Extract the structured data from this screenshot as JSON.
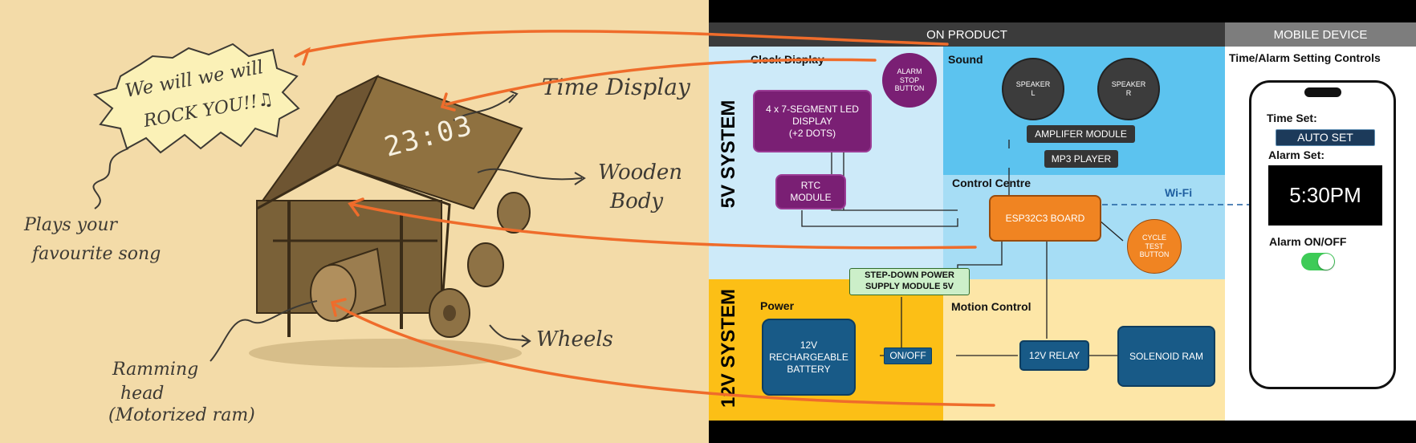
{
  "sketch": {
    "speech": [
      "We will we will",
      "ROCK YOU!!♫"
    ],
    "plays_song": [
      "Plays your",
      "favourite song"
    ],
    "time_display": "Time Display",
    "wooden_body": [
      "Wooden",
      "Body"
    ],
    "wheels": "Wheels",
    "ramming_head": [
      "Ramming",
      "head",
      "(Motorized ram)"
    ],
    "seg_display": "23:03"
  },
  "diagram": {
    "header_product": "ON PRODUCT",
    "header_mobile": "MOBILE DEVICE",
    "system_5v": "5V SYSTEM",
    "system_12v": "12V SYSTEM",
    "zones": {
      "clock": "Clock Display",
      "sound": "Sound",
      "control": "Control Centre",
      "power": "Power",
      "motion": "Motion Control",
      "mobile": "Time/Alarm Setting Controls"
    },
    "components": {
      "led": [
        "4 x 7-SEGMENT LED",
        "DISPLAY",
        "(+2 DOTS)"
      ],
      "rtc": [
        "RTC",
        "MODULE"
      ],
      "alarm_stop": [
        "ALARM",
        "STOP",
        "BUTTON"
      ],
      "speaker_l": [
        "SPEAKER",
        "L"
      ],
      "speaker_r": [
        "SPEAKER",
        "R"
      ],
      "amplifier": "AMPLIFER MODULE",
      "mp3": "MP3 PLAYER",
      "esp32": "ESP32C3 BOARD",
      "cycle": [
        "CYCLE",
        "TEST",
        "BUTTON"
      ],
      "wifi": "Wi-Fi",
      "stepdown": [
        "STEP-DOWN POWER",
        "SUPPLY MODULE 5V"
      ],
      "battery": [
        "12V",
        "RECHARGEABLE",
        "BATTERY"
      ],
      "onoff": "ON/OFF",
      "relay": "12V RELAY",
      "solenoid": "SOLENOID RAM"
    },
    "phone": {
      "time_set": "Time Set:",
      "auto_set": "AUTO SET",
      "alarm_set": "Alarm Set:",
      "alarm_time": "5:30PM",
      "alarm_toggle_label": "Alarm ON/OFF",
      "alarm_on": true
    },
    "colors": {
      "zone_5v": "#cdeaf9",
      "zone_sound": "#5cc3ef",
      "zone_12v": "#fcbf16",
      "zone_motion": "#fde6a7",
      "esp32": "#f08422",
      "toggle": "#3ecb57",
      "arrow": "#ef6c2b"
    }
  }
}
